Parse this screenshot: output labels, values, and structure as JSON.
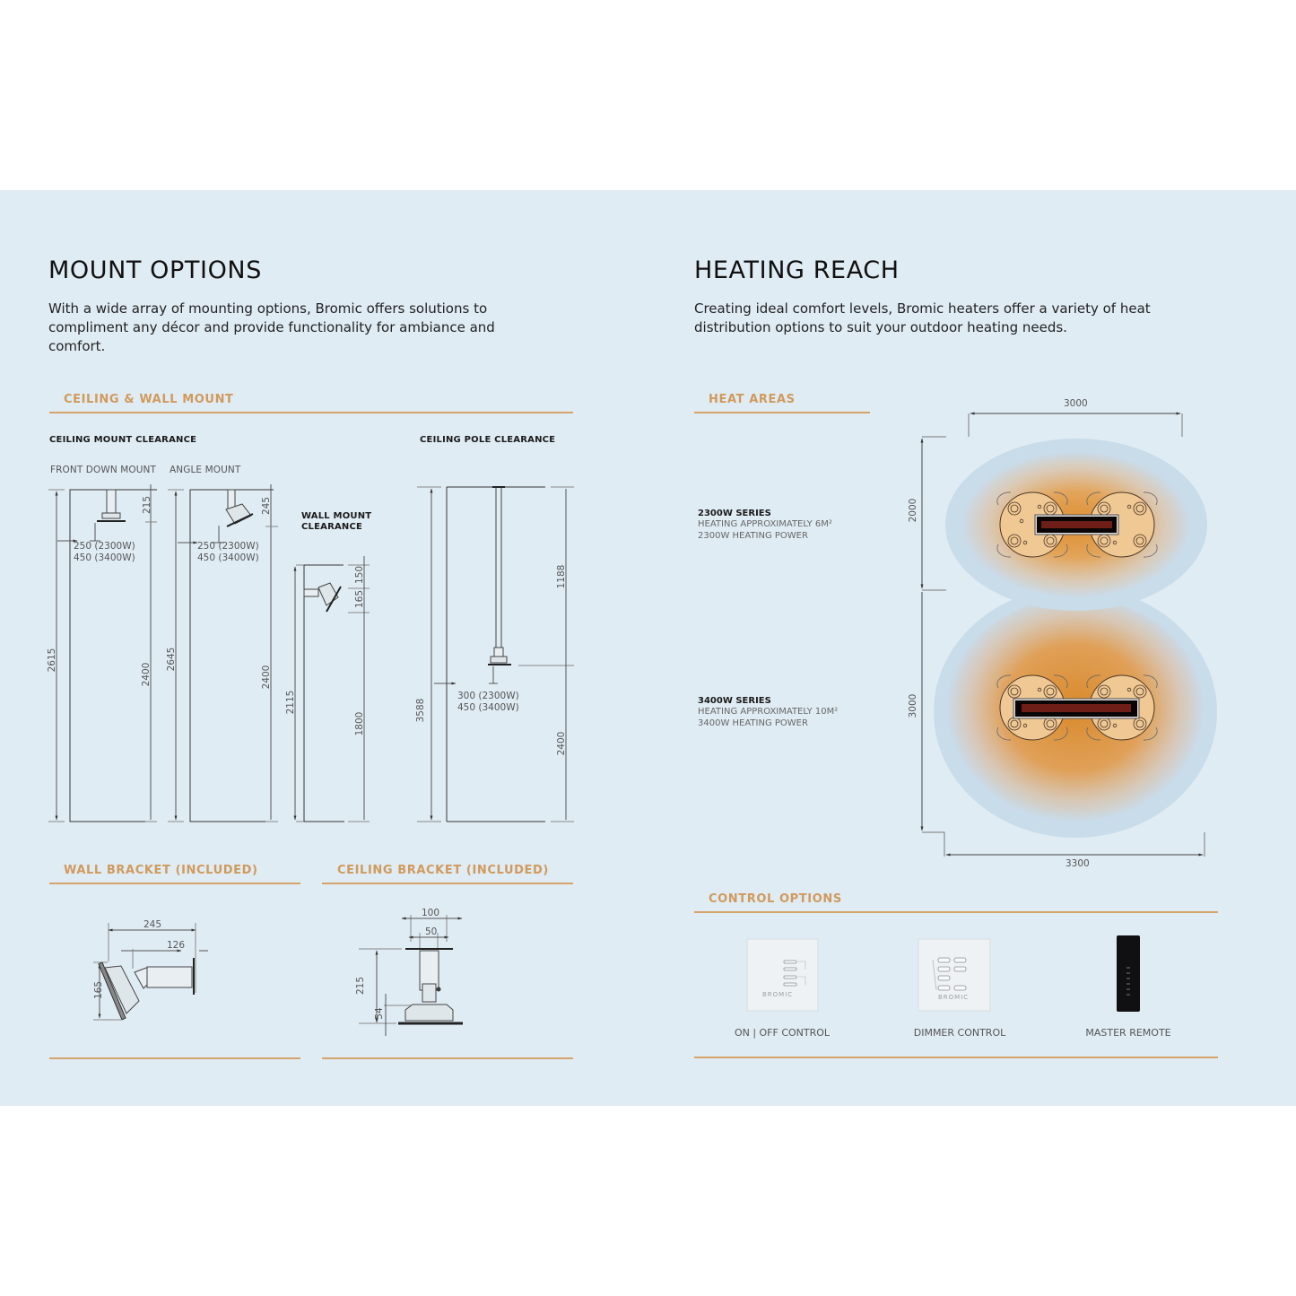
{
  "mount_options": {
    "title": "MOUNT OPTIONS",
    "intro_lines": [
      "With a wide array of mounting options, Bromic offers solutions to",
      "compliment any décor and provide functionality for ambiance and",
      "comfort."
    ],
    "ceiling_wall_mount": {
      "heading": "CEILING & WALL MOUNT",
      "ceiling_mount_clearance": {
        "title": "CEILING MOUNT CLEARANCE",
        "front_down_mount": {
          "label": "FRONT DOWN MOUNT",
          "bracket_height": "215",
          "offset_line1": "250 (2300W)",
          "offset_line2": "450 (3400W)",
          "total_height": "2615",
          "floor_clearance": "2400"
        },
        "angle_mount": {
          "label": "ANGLE MOUNT",
          "bracket_height": "245",
          "offset_line1": "250 (2300W)",
          "offset_line2": "450 (3400W)",
          "total_height": "2645",
          "floor_clearance": "2400"
        }
      },
      "wall_mount_clearance": {
        "title_line1": "WALL MOUNT",
        "title_line2": "CLEARANCE",
        "top_gap": "150",
        "heater_height": "165",
        "total_height": "2115",
        "floor_clearance": "1800"
      },
      "ceiling_pole_clearance": {
        "title": "CEILING POLE CLEARANCE",
        "pole_length": "1188",
        "offset_line1": "300 (2300W)",
        "offset_line2": "450 (3400W)",
        "total_height": "3588",
        "floor_clearance": "2400"
      }
    },
    "wall_bracket": {
      "heading": "WALL BRACKET (INCLUDED)",
      "width": "245",
      "arm": "126",
      "height": "165"
    },
    "ceiling_bracket": {
      "heading": "CEILING BRACKET (INCLUDED)",
      "plate_width": "100",
      "pole_width": "50",
      "height": "215",
      "base_height": "54"
    }
  },
  "heating_reach": {
    "title": "HEATING REACH",
    "intro_lines": [
      "Creating ideal comfort levels, Bromic heaters offer a variety of heat",
      "distribution options to suit your outdoor heating needs."
    ],
    "heat_areas": {
      "heading": "HEAT AREAS",
      "series": [
        {
          "title": "2300W SERIES",
          "line1": "HEATING APPROXIMATELY 6M²",
          "line2": "2300W HEATING POWER",
          "width_dim": "3000",
          "depth_dim": "2000"
        },
        {
          "title": "3400W SERIES",
          "line1": "HEATING APPROXIMATELY 10M²",
          "line2": "3400W HEATING POWER",
          "width_dim": "3300",
          "depth_dim": "3000"
        }
      ]
    },
    "control_options": {
      "heading": "CONTROL OPTIONS",
      "items": [
        {
          "label": "ON | OFF CONTROL",
          "icon": "on-off-switch-panel",
          "brand": "BROMIC"
        },
        {
          "label": "DIMMER CONTROL",
          "icon": "dimmer-switch-panel",
          "brand": "BROMIC"
        },
        {
          "label": "MASTER REMOTE",
          "icon": "remote-control"
        }
      ]
    }
  },
  "colors": {
    "panel_bg": "#e0ecf4",
    "accent": "#d6a36a",
    "heading_accent": "#d09a5c",
    "heat_core": "#e0963a",
    "heat_halo": "#c8dcea"
  }
}
